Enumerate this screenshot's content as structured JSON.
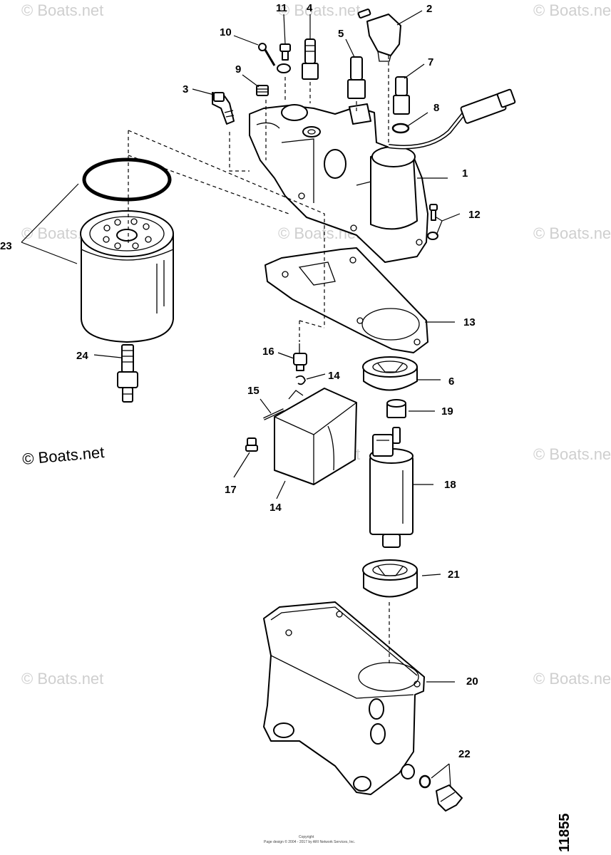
{
  "watermark": "© Boats.net",
  "main_watermark": "© Boats.net",
  "drawing_number": "11855",
  "copyright_heading": "Copyright",
  "copyright_line": "Page design © 2004 - 2017 by ARI Network Services, Inc.",
  "callouts": {
    "p1": "1",
    "p2": "2",
    "p3": "3",
    "p4": "4",
    "p5": "5",
    "p6": "6",
    "p7": "7",
    "p8": "8",
    "p9": "9",
    "p10": "10",
    "p11": "11",
    "p12": "12",
    "p13": "13",
    "p14a": "14",
    "p14b": "14",
    "p15": "15",
    "p16": "16",
    "p17": "17",
    "p18": "18",
    "p19": "19",
    "p20": "20",
    "p21": "21",
    "p22": "22",
    "p23": "23",
    "p24": "24"
  }
}
